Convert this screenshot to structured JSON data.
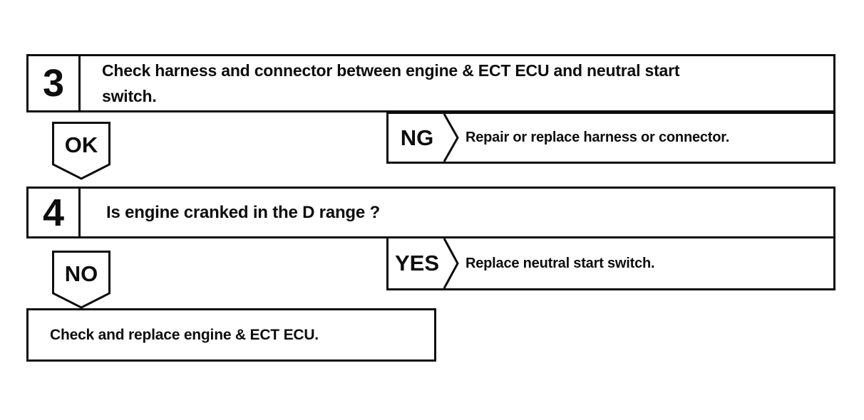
{
  "palette": {
    "ink": "#0d0d0d",
    "paper": "#ffffff"
  },
  "flowchart": {
    "step3": {
      "number": "3",
      "question_lines": [
        "Check harness and connector between engine & ECT ECU and neutral start",
        "switch."
      ],
      "ok_label": "OK",
      "ng_label": "NG",
      "ng_action": "Repair or replace harness or connector."
    },
    "step4": {
      "number": "4",
      "question": "Is engine cranked in the D range ?",
      "no_label": "NO",
      "yes_label": "YES",
      "yes_action": "Replace neutral start switch."
    },
    "final_action": "Check and replace engine & ECT ECU."
  }
}
